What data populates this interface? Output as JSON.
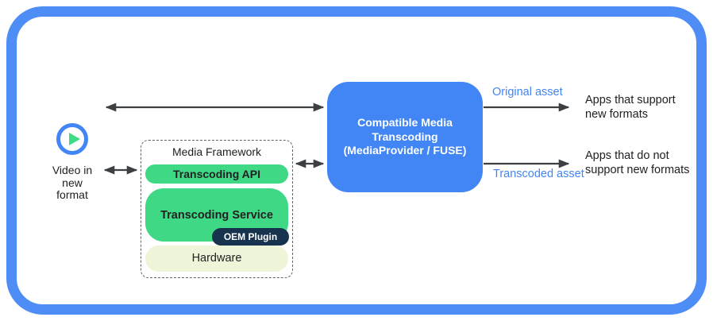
{
  "colors": {
    "outer_border": "#4e8df5",
    "accent_blue": "#4285f4",
    "layer_green": "#3fd985",
    "hardware_fill": "#eef5d8",
    "oem_fill": "#17334e",
    "arrow": "#3c4043",
    "text_dark": "#202124",
    "play_triangle_green": "#3ddc84"
  },
  "video_source": {
    "icon": "play-circle-icon",
    "label": "Video in\nnew\nformat"
  },
  "media_framework": {
    "title": "Media Framework",
    "layers": [
      {
        "label": "Transcoding API"
      },
      {
        "label": "Transcoding Service",
        "badge": "OEM Plugin"
      },
      {
        "label": "Hardware"
      }
    ]
  },
  "transcoding_box": {
    "label": "Compatible Media\nTranscoding\n(MediaProvider / FUSE)"
  },
  "outputs": [
    {
      "asset_label": "Original asset",
      "target": "Apps that support\nnew formats"
    },
    {
      "asset_label": "Transcoded asset",
      "target": "Apps that do not\nsupport new formats"
    }
  ]
}
